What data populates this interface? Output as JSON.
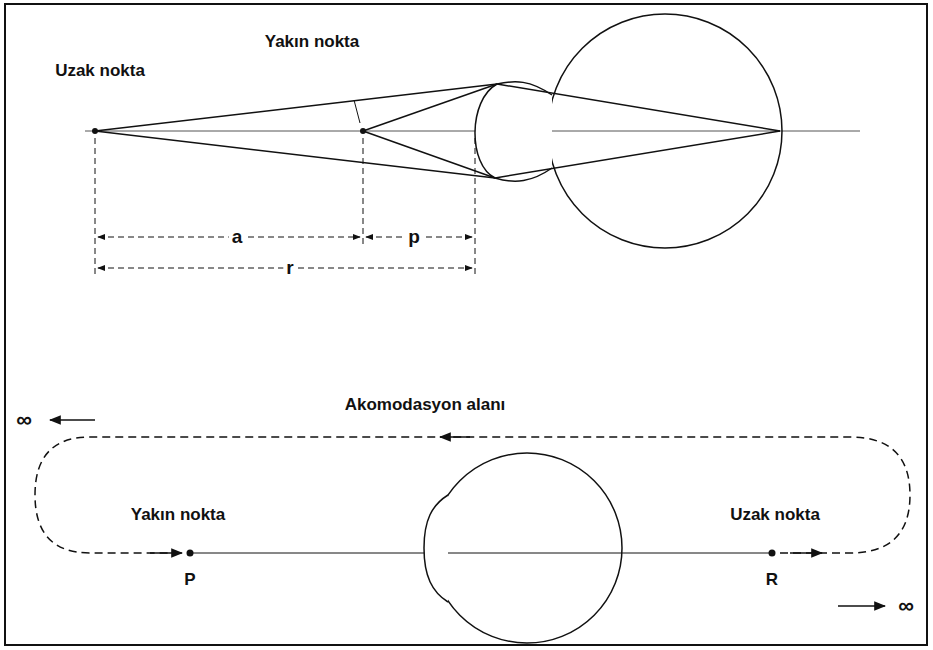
{
  "diagram": {
    "labels": [
      "Uzak nokta",
      "Yakın nokta",
      "a",
      "p",
      "r",
      "Akomodasyon alanı",
      "∞",
      "Yakın nokta",
      "P",
      "Uzak nokta",
      "R",
      "∞"
    ]
  }
}
